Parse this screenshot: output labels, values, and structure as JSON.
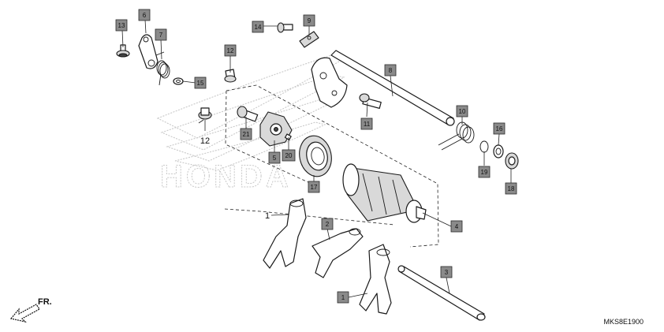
{
  "brand_watermark": "HONDA",
  "direction_label": "FR.",
  "diagram_code": "MKS8E1900",
  "callouts": [
    {
      "key": "c13",
      "label": "13"
    },
    {
      "key": "c6",
      "label": "6"
    },
    {
      "key": "c7",
      "label": "7"
    },
    {
      "key": "c15",
      "label": "15"
    },
    {
      "key": "c12a",
      "label": "12"
    },
    {
      "key": "c12b",
      "label": "12"
    },
    {
      "key": "c14",
      "label": "14"
    },
    {
      "key": "c9",
      "label": "9"
    },
    {
      "key": "c8",
      "label": "8"
    },
    {
      "key": "c11",
      "label": "11"
    },
    {
      "key": "c21",
      "label": "21"
    },
    {
      "key": "c5",
      "label": "5"
    },
    {
      "key": "c20",
      "label": "20"
    },
    {
      "key": "c17",
      "label": "17"
    },
    {
      "key": "c10",
      "label": "10"
    },
    {
      "key": "c16",
      "label": "16"
    },
    {
      "key": "c19",
      "label": "19"
    },
    {
      "key": "c18",
      "label": "18"
    },
    {
      "key": "c4",
      "label": "4"
    },
    {
      "key": "c1a",
      "label": "1"
    },
    {
      "key": "c2",
      "label": "2"
    },
    {
      "key": "c3",
      "label": "3"
    },
    {
      "key": "c1b",
      "label": "1"
    }
  ],
  "colors": {
    "callout_fill": "#8a8a8a",
    "watermark": "#c9c9c9",
    "line": "#1a1a1a"
  }
}
